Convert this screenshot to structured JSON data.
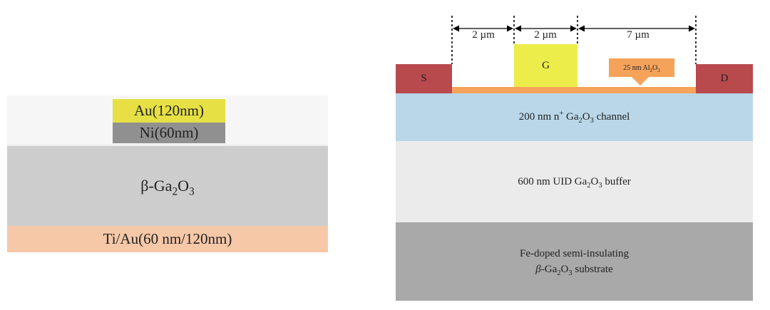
{
  "left_stack": {
    "top_metal": "Au(120nm)",
    "second_metal": "Ni(60nm)",
    "substrate_prefix": "β-Ga",
    "substrate_sub1": "2",
    "substrate_mid": "O",
    "substrate_sub2": "3",
    "back_contact": "Ti/Au(60 nm/120nm)"
  },
  "right_device": {
    "dimensions": [
      "2 µm",
      "2 µm",
      "7 µm"
    ],
    "source": "S",
    "gate": "G",
    "drain": "D",
    "oxide_label_prefix": "25 nm Al",
    "oxide_label_sub1": "2",
    "oxide_label_mid": "O",
    "oxide_label_sub2": "3",
    "channel_prefix": "200 nm n",
    "channel_sup": "+",
    "channel_ga": " Ga",
    "channel_sub1": "2",
    "channel_o": "O",
    "channel_sub2": "3",
    "channel_suffix": " channel",
    "buffer_prefix": "600 nm UID Ga",
    "buffer_sub1": "2",
    "buffer_o": "O",
    "buffer_sub2": "3",
    "buffer_suffix": " buffer",
    "substrate_line1": "Fe-doped semi-insulating",
    "substrate_beta": "β",
    "substrate_ga": "-Ga",
    "substrate_sub1": "2",
    "substrate_o": "O",
    "substrate_sub2": "3",
    "substrate_suffix": " substrate"
  },
  "colors": {
    "gold": "#e6e044",
    "nickel": "#909090",
    "ga2o3": "#cdcdcd",
    "back_contact": "#f6c8a8",
    "contact_red": "#b84a4e",
    "gate_yellow": "#ecec4a",
    "oxide_orange": "#f5a35a",
    "channel_blue": "#b9d7e8",
    "buffer_grey": "#ebebeb",
    "substrate_grey": "#a9a9a9"
  }
}
